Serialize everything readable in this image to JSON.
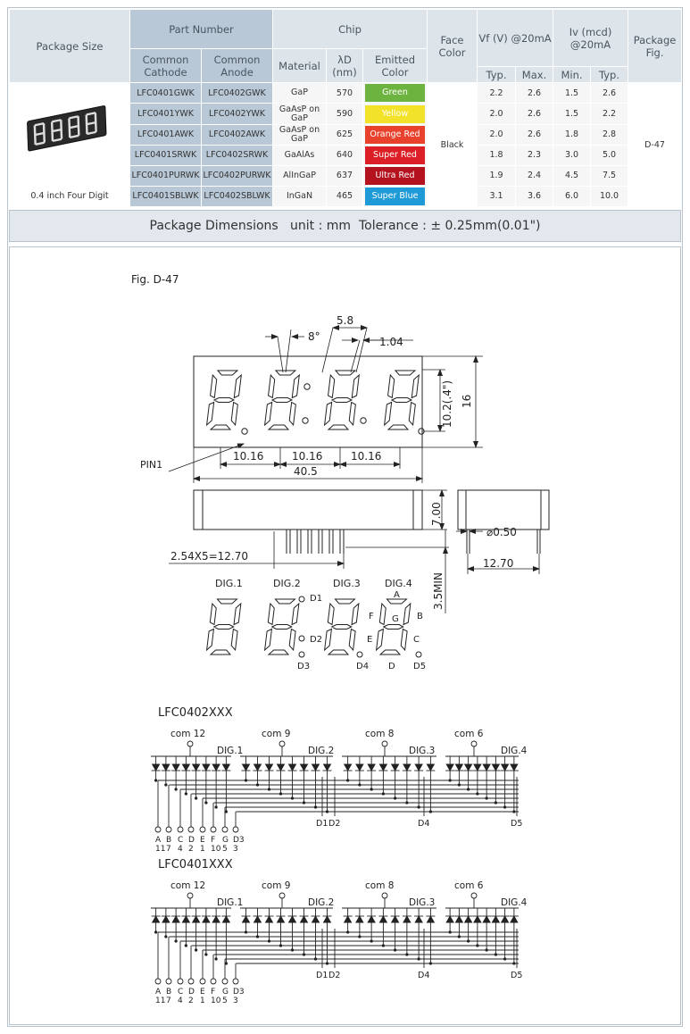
{
  "table": {
    "headers": {
      "package_size": "Package Size",
      "part_number": "Part Number",
      "common_cathode": "Common Cathode",
      "common_anode": "Common Anode",
      "chip": "Chip",
      "material": "Material",
      "wavelength": "λD (nm)",
      "emitted_color": "Emitted Color",
      "face_color": "Face Color",
      "vf": "Vf (V) @20mA",
      "iv": "Iv (mcd) @20mA",
      "package_fig": "Package Fig.",
      "typ": "Typ.",
      "max": "Max.",
      "min": "Min."
    },
    "package_size_value": "0.4 inch Four Digit",
    "face_color_value": "Black",
    "package_fig_value": "D-47",
    "rows": [
      {
        "cathode": "LFC0401GWK",
        "anode": "LFC0402GWK",
        "material": "GaP",
        "wavelength": "570",
        "color": "Green",
        "color_hex": "#6db33f",
        "vf_typ": "2.2",
        "vf_max": "2.6",
        "iv_min": "1.5",
        "iv_typ": "2.6"
      },
      {
        "cathode": "LFC0401YWK",
        "anode": "LFC0402YWK",
        "material": "GaAsP on GaP",
        "wavelength": "590",
        "color": "Yellow",
        "color_hex": "#f2e22a",
        "vf_typ": "2.0",
        "vf_max": "2.6",
        "iv_min": "1.5",
        "iv_typ": "2.2"
      },
      {
        "cathode": "LFC0401AWK",
        "anode": "LFC0402AWK",
        "material": "GaAsP on GaP",
        "wavelength": "625",
        "color": "Orange Red",
        "color_hex": "#e8412c",
        "vf_typ": "2.0",
        "vf_max": "2.6",
        "iv_min": "1.8",
        "iv_typ": "2.8"
      },
      {
        "cathode": "LFC0401SRWK",
        "anode": "LFC0402SRWK",
        "material": "GaAlAs",
        "wavelength": "640",
        "color": "Super Red",
        "color_hex": "#dc1f26",
        "vf_typ": "1.8",
        "vf_max": "2.3",
        "iv_min": "3.0",
        "iv_typ": "5.0"
      },
      {
        "cathode": "LFC0401PURWK",
        "anode": "LFC0402PURWK",
        "material": "AlInGaP",
        "wavelength": "637",
        "color": "Ultra Red",
        "color_hex": "#b3121e",
        "vf_typ": "1.9",
        "vf_max": "2.4",
        "iv_min": "4.5",
        "iv_typ": "7.5"
      },
      {
        "cathode": "LFC0401SBLWK",
        "anode": "LFC0402SBLWK",
        "material": "InGaN",
        "wavelength": "465",
        "color": "Super Blue",
        "color_hex": "#1e9ad6",
        "vf_typ": "3.1",
        "vf_max": "3.6",
        "iv_min": "6.0",
        "iv_typ": "10.0"
      }
    ]
  },
  "section_title": "Package Dimensions   unit : mm  Tolerance : ± 0.25mm(0.01\")",
  "drawing": {
    "fig_label": "Fig. D-47",
    "dims": {
      "angle": "8°",
      "seg_width": "5.8",
      "seg_stroke": "1.04",
      "height_in": "10.2(.4\")",
      "height": "16",
      "pitch": "10.16",
      "length": "40.5",
      "thickness": "7.00",
      "pin_pitch": "2.54X5=12.70",
      "pin_dia": "⌀0.50",
      "row_spacing": "12.70",
      "pin_len": "3.5MIN",
      "pin1": "PIN1"
    },
    "digit_labels": [
      "DIG.1",
      "DIG.2",
      "DIG.3",
      "DIG.4"
    ],
    "dp_labels": [
      "D1",
      "D2",
      "D3",
      "D4",
      "D5"
    ],
    "segment_labels": [
      "A",
      "B",
      "C",
      "D",
      "E",
      "F",
      "G"
    ],
    "circuits": [
      {
        "title": "LFC0402XXX",
        "commons": [
          "com  12",
          "com  9",
          "com  8",
          "com  6"
        ],
        "digits": [
          "DIG.1",
          "DIG.2",
          "DIG.3",
          "DIG.4"
        ],
        "pin_letters": [
          "A",
          "B",
          "C",
          "D",
          "E",
          "F",
          "G",
          "D3"
        ],
        "pin_numbers": [
          "11",
          "7",
          "4",
          "2",
          "1",
          "10",
          "5",
          "3"
        ],
        "bottom_labels": [
          "D1",
          "D2",
          "D4",
          "D5"
        ]
      },
      {
        "title": "LFC0401XXX",
        "commons": [
          "com  12",
          "com  9",
          "com  8",
          "com  6"
        ],
        "digits": [
          "DIG.1",
          "DIG.2",
          "DIG.3",
          "DIG.4"
        ],
        "pin_letters": [
          "A",
          "B",
          "C",
          "D",
          "E",
          "F",
          "G",
          "D3"
        ],
        "pin_numbers": [
          "11",
          "7",
          "4",
          "2",
          "1",
          "10",
          "5",
          "3"
        ],
        "bottom_labels": [
          "D1",
          "D2",
          "D4",
          "D5"
        ]
      }
    ]
  }
}
